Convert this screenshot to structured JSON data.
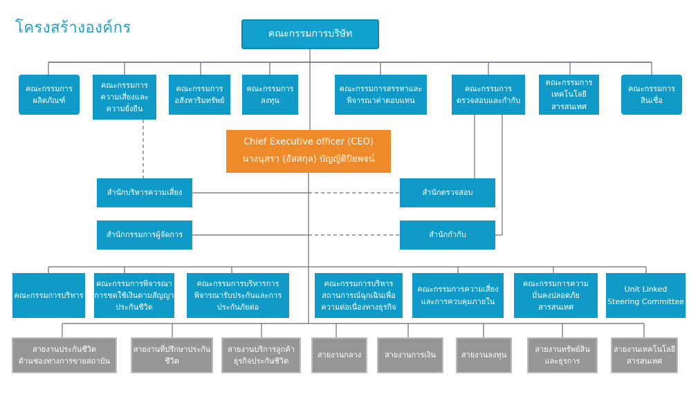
{
  "title": "โครงสร้างองค์กร",
  "board": "คณะกรรมการบริษัท",
  "committees": [
    "คณะกรรมการ\nผลิตภัณฑ์",
    "คณะกรรมการ\nความเสี่ยงและ\nความยั่งยืน",
    "คณะกรรมการ\nอสังหาริมทรัพย์",
    "คณะกรรมการ\nลงทุน",
    "คณะกรรมการสรรหาและ\nพิจารณาค่าตอบแทน",
    "คณะกรรมการ\nตรวจสอบและกำกับ",
    "คณะกรรมการ\nเทคโนโลยี\nสารสนเทศ",
    "คณะกรรมการ\nสินเชื่อ"
  ],
  "ceo": {
    "title": "Chief Executive officer (CEO)",
    "name": "นางนุสรา (อัสสกุล) บัญญัติปิยพจน์"
  },
  "offices": {
    "risk": "สำนักบริหารความเสี่ยง",
    "md": "สำนักกรรมการผู้จัดการ",
    "audit": "สำนักตรวจสอบ",
    "compliance": "สำนักกำกับ"
  },
  "exec_committees": [
    "คณะกรรมการบริหาร",
    "คณะกรรมการพิจารณา\nการชดใช้เงินตามสัญญา\nประกันชีวิต",
    "คณะกรรมการบริหารการ\nพิจารณารับประกันและการ\nประกันภัยต่อ",
    "คณะกรรมการบริหาร\nสถานการณ์ฉุกเฉินเพื่อ\nความต่อเนื่องทางธุรกิจ",
    "คณะกรรมการความเสี่ยง\nและการควบคุมภายใน",
    "คณะกรรมการความ\nมั่นคงปลอดภัย\nสารสนเทศ",
    "Unit Linked\nSteering Committee"
  ],
  "divisions": [
    "สายงานประกันชีวิต\nด้านช่องทางการขายสถาบัน",
    "สายงานที่ปรึกษาประกัน\nชีวิต",
    "สายงานบริการลูกค้า\nธุรกิจประกันชีวิต",
    "สายงานกลาง",
    "สายงานการเงิน",
    "สายงานลงทุน",
    "สายงานทรัพย์สิน\nและธุรการ",
    "สายงานเทคโนโลยี\nสารสนเทศ"
  ],
  "colors": {
    "box_blue": "#0f9ac8",
    "ceo_orange": "#ef8a2a",
    "division_grey": "#969696",
    "title_blue": "#1aa1c9",
    "line_grey": "#555555"
  }
}
